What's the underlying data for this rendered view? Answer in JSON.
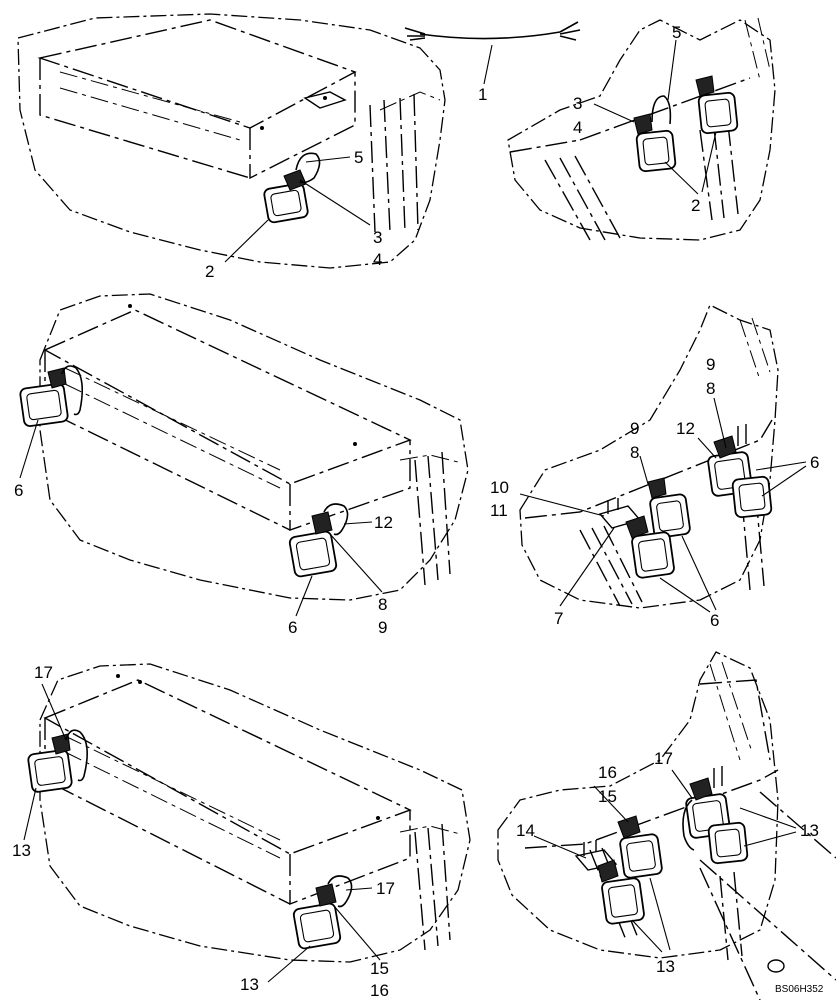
{
  "drawing_code": "BS06H352",
  "panels": {
    "top_left": {
      "callouts": {
        "c5": "5",
        "c3": "3",
        "c4": "4",
        "c2": "2"
      }
    },
    "top_center": {
      "callouts": {
        "c1": "1"
      }
    },
    "top_right": {
      "callouts": {
        "c5": "5",
        "c3": "3",
        "c4": "4",
        "c2": "2"
      }
    },
    "middle_left": {
      "callouts": {
        "c6a": "6",
        "c12": "12",
        "c8": "8",
        "c9": "9",
        "c6b": "6"
      }
    },
    "middle_right": {
      "callouts": {
        "c9a": "9",
        "c8a": "8",
        "c12": "12",
        "c6a": "6",
        "c9b": "9",
        "c8b": "8",
        "c10": "10",
        "c11": "11",
        "c7": "7",
        "c6b": "6"
      }
    },
    "bottom_left": {
      "callouts": {
        "c17a": "17",
        "c13a": "13",
        "c17b": "17",
        "c15": "15",
        "c16": "16",
        "c13b": "13"
      }
    },
    "bottom_right": {
      "callouts": {
        "c16": "16",
        "c15": "15",
        "c17": "17",
        "c13a": "13",
        "c14": "14",
        "c13b": "13"
      }
    }
  }
}
